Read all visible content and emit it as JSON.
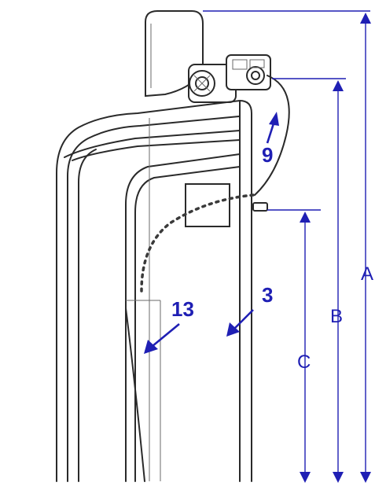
{
  "callouts": {
    "part_9": "9",
    "part_13": "13",
    "part_3": "3"
  },
  "dimensions": {
    "a": "A",
    "b": "B",
    "c": "C"
  },
  "colors": {
    "annotation": "#1f1fb4",
    "outline": "#2a2a2a"
  }
}
